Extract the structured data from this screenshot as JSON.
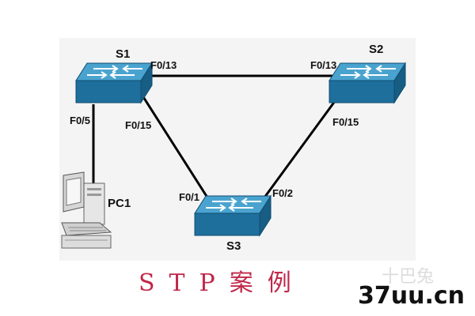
{
  "devices": {
    "s1": {
      "name": "S1",
      "icon": "switch-icon"
    },
    "s2": {
      "name": "S2",
      "icon": "switch-icon"
    },
    "s3": {
      "name": "S3",
      "icon": "switch-icon"
    },
    "pc1": {
      "name": "PC1",
      "icon": "pc-icon"
    }
  },
  "ports": {
    "s1_to_s2": "F0/13",
    "s2_to_s1": "F0/13",
    "s1_to_pc": "F0/5",
    "s1_to_s3": "F0/15",
    "s2_to_s3": "F0/15",
    "s3_to_s1": "F0/1",
    "s3_to_s2": "F0/2"
  },
  "caption": "STP案例",
  "watermark": {
    "site": "37uu.cn",
    "logo_text": "十巴兔"
  },
  "colors": {
    "switch_top": "#4aa3cf",
    "switch_front": "#1f6f9d",
    "caption": "#c0284a"
  }
}
